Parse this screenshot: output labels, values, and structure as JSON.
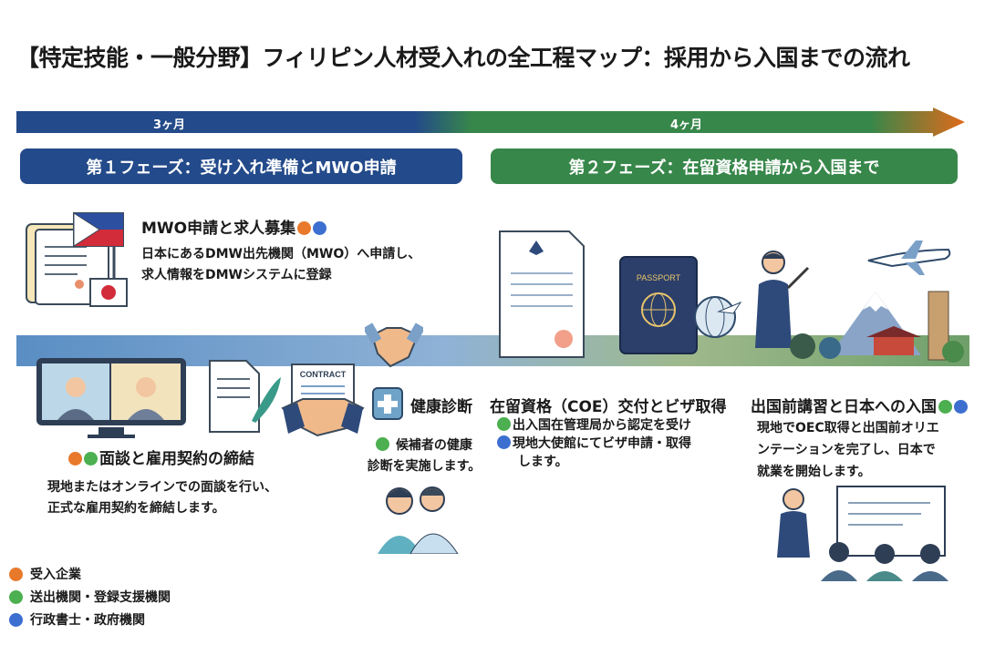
{
  "title": "【特定技能・一般分野】フィリピン人材受入れの全工程マップ：採用から入国までの流れ",
  "timeline": {
    "duration1": "3ヶ月",
    "duration2": "4ヶ月"
  },
  "phases": [
    {
      "label": "第１フェーズ：受け入れ準備とMWO申請",
      "color": "#234a8a"
    },
    {
      "label": "第２フェーズ：在留資格申請から入国まで",
      "color": "#37874a"
    }
  ],
  "steps": {
    "mwo": {
      "title": "MWO申請と求人募集",
      "lines": [
        "日本にあるDMW出先機関（MWO）へ申請し、",
        "求人情報をDMWシステムに登録"
      ]
    },
    "interview": {
      "title": "面談と雇用契約の締結",
      "lines": [
        "現地またはオンラインでの面談を行い、",
        "正式な雇用契約を締結します。"
      ],
      "contract_label": "CONTRACT"
    },
    "health": {
      "title": "健康診断",
      "lines": [
        "候補者の健康",
        "診断を実施します。"
      ]
    },
    "coe": {
      "title": "在留資格（COE）交付とビザ取得",
      "lines": [
        "出入国在管理局から認定を受け",
        "現地大使館にてビザ申請・取得",
        "します。"
      ],
      "passport_label": "PASSPORT"
    },
    "entry": {
      "title": "出国前講習と日本への入国",
      "lines": [
        "現地でOEC取得と出国前オリエ",
        "ンテーションを完了し、日本で",
        "就業を開始します。"
      ]
    }
  },
  "legend": [
    {
      "label": "受入企業",
      "color": "#e8792b"
    },
    {
      "label": "送出機関・登録支援機関",
      "color": "#4caf50"
    },
    {
      "label": "行政書士・政府機関",
      "color": "#3d6fd0"
    }
  ]
}
